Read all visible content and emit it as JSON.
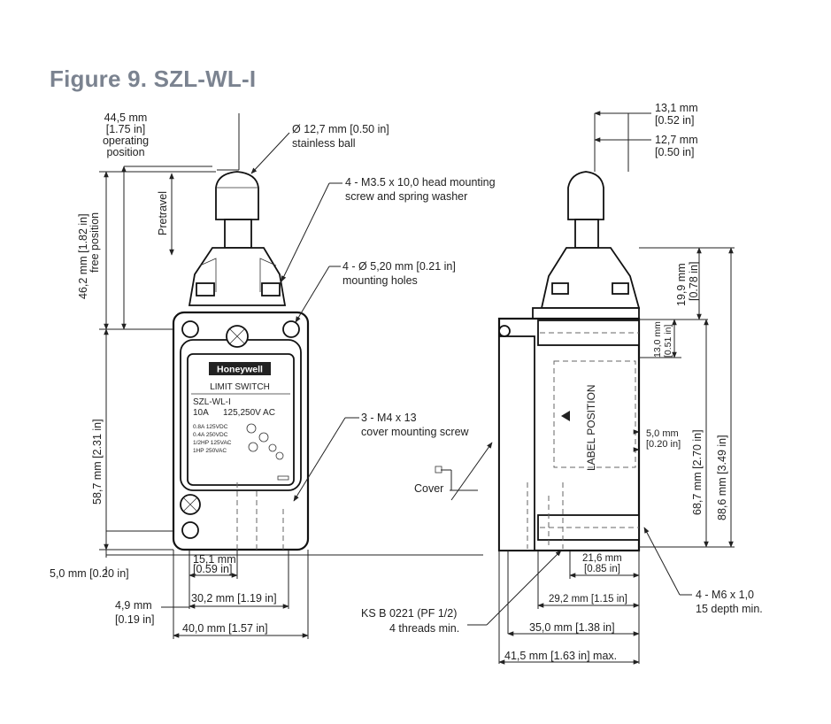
{
  "figure": {
    "title": "Figure 9. SZL-WL-I"
  },
  "front": {
    "operating": [
      "44,5 mm",
      "[1.75 in]",
      "operating",
      "position"
    ],
    "ball": [
      "Ø 12,7 mm [0.50 in]",
      "stainless ball"
    ],
    "head_screw": [
      "4 - M3.5 x 10,0 head mounting",
      "screw and spring washer"
    ],
    "mount_holes": [
      "4 - Ø 5,20 mm [0.21 in]",
      "mounting holes"
    ],
    "cover_screw": [
      "3 - M4 x 13",
      "cover mounting screw"
    ],
    "pretravel": "Pretravel",
    "free_pos": [
      "46,2 mm [1.82 in]",
      "free position"
    ],
    "body_h": "58,7 mm [2.31 in]",
    "dim_5": "5,0 mm [0.20 in]",
    "dim_49": [
      "4,9 mm",
      "[0.19 in]"
    ],
    "dim_151": [
      "15,1 mm",
      "[0.59 in]"
    ],
    "dim_302": "30,2 mm [1.19 in]",
    "dim_400": "40,0 mm [1.57 in]",
    "label": {
      "brand": "Honeywell",
      "kind": "LIMIT SWITCH",
      "model": "SZL-WL-I",
      "rating_a": "10A",
      "rating_v": "125,250V  AC",
      "lines": [
        "0.8A 125VDC",
        "0.4A 250VDC",
        "1/2HP 125VAC",
        "1HP 250VAC"
      ]
    }
  },
  "side": {
    "d131": [
      "13,1 mm",
      "[0.52 in]"
    ],
    "d127": [
      "12,7 mm",
      "[0.50 in]"
    ],
    "d199": [
      "19,9 mm",
      "[0.78 in]"
    ],
    "d130": [
      "13,0 mm",
      "[0.51 in]"
    ],
    "d50": [
      "5,0 mm",
      "[0.20 in]"
    ],
    "d687": "68,7 mm [2.70 in]",
    "d886": "88,6 mm [3.49 in]",
    "label_pos": "LABEL  POSITION",
    "cover": "Cover",
    "d216": [
      "21,6 mm",
      "[0.85 in]"
    ],
    "d292": "29,2 mm [1.15 in]",
    "d350": "35,0 mm [1.38 in]",
    "d415": "41,5 mm [1.63 in] max.",
    "ksb": [
      "KS B 0221 (PF 1/2)",
      "4 threads min."
    ],
    "m6": [
      "4 - M6 x 1,0",
      "15 depth min."
    ]
  }
}
